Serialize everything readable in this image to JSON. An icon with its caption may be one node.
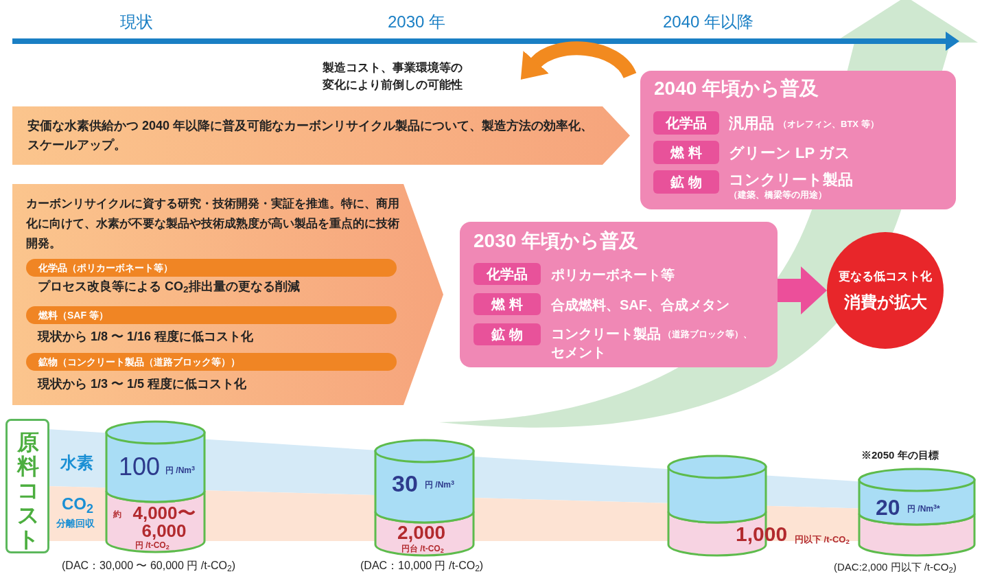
{
  "diagram": {
    "nodes": [
      {
        "text": [
          "安価な水素供給かつ 2040 年以降に普及可能なカーボンリサイクル製品について、製造方法の効率化、スケールアップ。"
        ]
      },
      {
        "text": [
          "カーボンリサイクルに資する研究・技術開発・実証を推進。特に、商用化に向けて、水素が不要な製品や技術成熟度が高い製品を重点的に技術開発。"
        ]
      },
      {
        "text": [
          "化学品（ポリカーボネート等）"
        ],
        "in": 1,
        "beside": [
          "プロセス改良等による CO$_{2}$排出量の更なる削減"
        ]
      },
      {
        "text": [
          "燃料（SAF 等）"
        ],
        "in": 1,
        "beside": [
          "現状から 1/8 〜 1/16 程度に低コスト化"
        ]
      },
      {
        "text": [
          "鉱物（コンクリート製品（道路ブロック等））"
        ],
        "in": 1,
        "beside": [
          "現状から 1/3 〜 1/5 程度に低コスト化"
        ]
      },
      {
        "text": [
          "2030 年頃から普及"
        ]
      },
      {
        "text": [
          "化学品"
        ],
        "in": 5,
        "beside": [
          "ポリカーボネート等"
        ]
      },
      {
        "text": [
          "燃 料"
        ],
        "in": 5,
        "beside": [
          "合成燃料、SAF、合成メタン"
        ]
      },
      {
        "text": [
          "鉱 物"
        ],
        "in": 5,
        "beside": [
          "コンクリート製品",
          "（道路ブロック等）、",
          "セメント"
        ]
      },
      {
        "text": [
          "2040 年頃から普及"
        ]
      },
      {
        "text": [
          "化学品"
        ],
        "in": 9,
        "beside": [
          "汎用品",
          "（オレフィン、BTX 等）"
        ]
      },
      {
        "text": [
          "燃 料"
        ],
        "in": 9,
        "beside": [
          "グリーン LP ガス"
        ]
      },
      {
        "text": [
          "鉱 物"
        ],
        "in": 9,
        "beside": [
          "コンクリート製品",
          "（建築、橋梁等の用途）"
        ]
      },
      {
        "text": [
          "更なる低コスト化",
          "消費が拡大"
        ]
      },
      {
        "text": [
          "原料コスト"
        ]
      },
      {
        "text": [
          "100",
          "円 /Nm$^{3}$",
          "約",
          "4,000〜 6,000",
          "円 /t-CO$_{2}$"
        ],
        "beside": [
          "(DAC：30,000 〜 60,000 円 /t-CO$_{2}$)"
        ]
      },
      {
        "text": [
          "30",
          "円 /Nm$^{3}$",
          "2,000",
          "円台 /t-CO$_{2}$"
        ],
        "beside": [
          "(DAC：10,000 円 /t-CO$_{2}$)"
        ]
      },
      {
        "text": [],
        "shape": "cylinder"
      },
      {
        "text": [
          "20",
          "円 /Nm$^{3}$*"
        ],
        "beside": [
          "※2050 年の目標",
          "(DAC:2,000 円以下 /t-CO$_{2}$)"
        ]
      }
    ],
    "edges": [
      {
        "from": 5,
        "to": 13,
        "arrow": "to"
      }
    ],
    "labels": [
      "現状",
      "2030 年",
      "2040 年以降",
      "製造コスト、事業環境等の変化により前倒しの可能性",
      "水素",
      "CO$_{2}$",
      "分離回収",
      "1,000",
      "円以下 /t-CO$_{2}$"
    ]
  }
}
